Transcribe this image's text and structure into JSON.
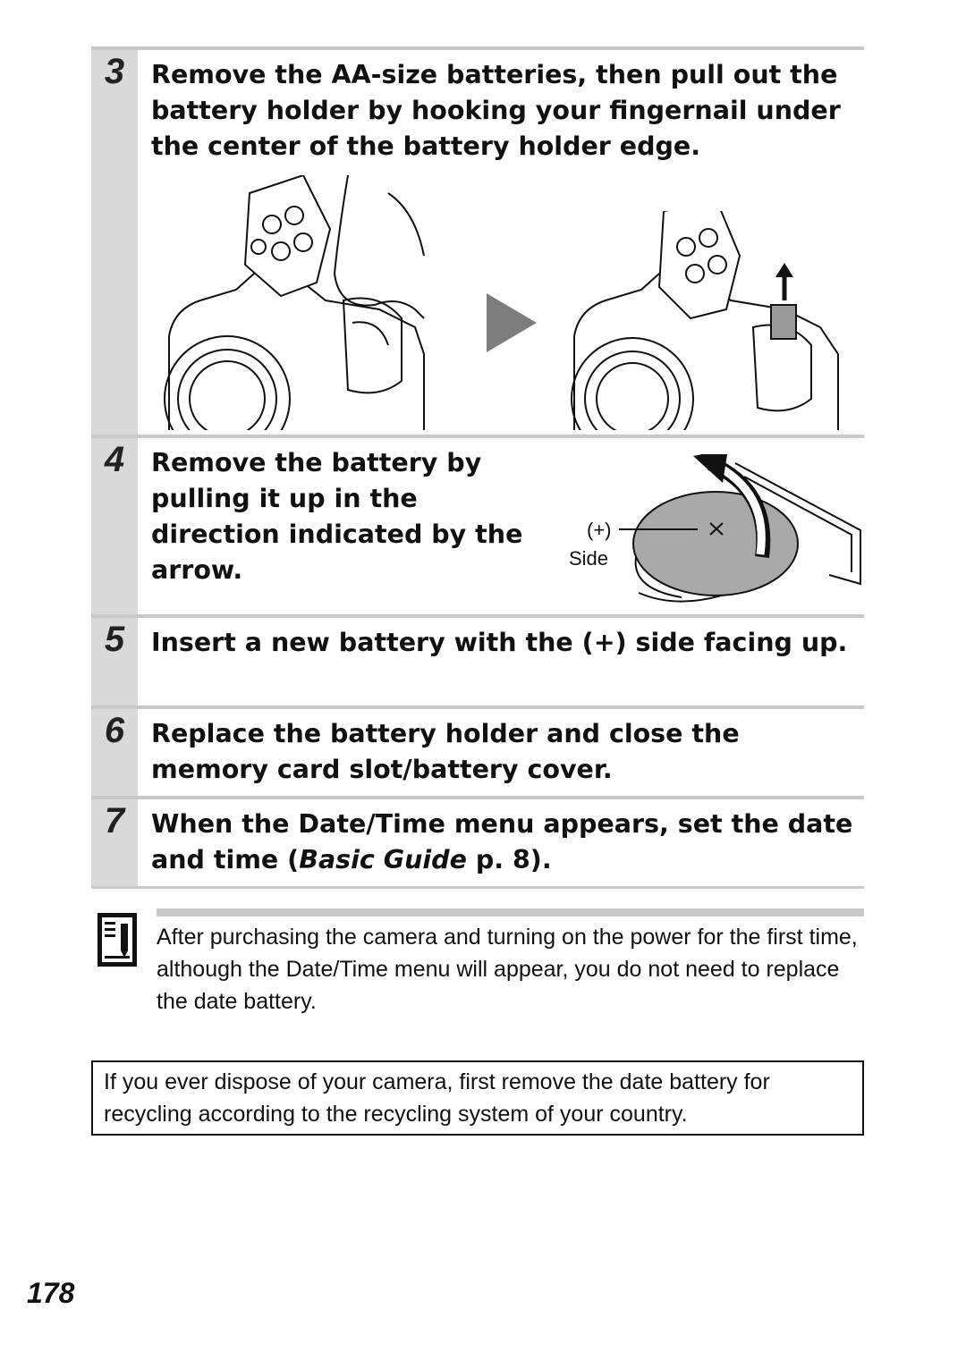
{
  "steps": [
    {
      "number": "3",
      "title": "Remove the AA-size batteries, then pull out the battery holder by hooking your fingernail under the center of the battery holder edge."
    },
    {
      "number": "4",
      "title": "Remove the battery by pulling it up in the direction indicated by the arrow."
    },
    {
      "number": "5",
      "title": "Insert a new battery with the (+) side facing up."
    },
    {
      "number": "6",
      "title": "Replace the battery holder and close the memory card slot/battery cover."
    },
    {
      "number": "7",
      "title_before": "When the Date/Time menu appears, set the date and time (",
      "title_italic": "Basic Guide",
      "title_after": " p. 8)."
    }
  ],
  "figure_step4": {
    "label_plus": "(+)",
    "label_side": "Side"
  },
  "note": {
    "icon": "memo-note-icon",
    "text": "After purchasing the camera and turning on the power for the first time, although the Date/Time menu will appear, you do not need to replace the date battery."
  },
  "boxed_notice": {
    "text": "If you ever dispose of your camera, first remove the date battery for recycling according to the recycling system of your country."
  },
  "page_number": "178"
}
